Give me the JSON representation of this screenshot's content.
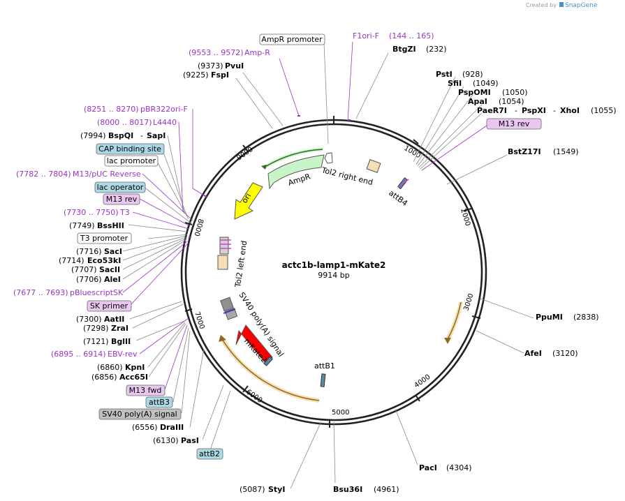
{
  "header": {
    "credit_prefix": "Created by",
    "credit_brand": "SnapGene"
  },
  "map": {
    "name": "actc1b-lamp1-mKate2",
    "length": "9914 bp"
  },
  "ticks": {
    "t1000": "1000",
    "t2000": "2000",
    "t3000": "3000",
    "t4000": "4000",
    "t5000": "5000",
    "t6000": "6000",
    "t7000": "7000",
    "t8000": "8000",
    "t9000": "9000"
  },
  "features": {
    "ampr": "AmpR",
    "ori": "ori",
    "tol2_right": "Tol2 right end",
    "tol2_left": "Tol2 left end",
    "attb4": "attB4",
    "attb1": "attB1",
    "sv40": "SV40 poly(A) signal",
    "mkate2": "mKate2"
  },
  "sites": {
    "f1ori_name": "F1ori-F",
    "f1ori_range": "(144 .. 165)",
    "btgzi_name": "BtgZI",
    "btgzi_pos": "(232)",
    "psti_name": "PstI",
    "psti_pos": "(928)",
    "sfii_name": "SfiI",
    "sfii_pos": "(1049)",
    "pspomi_name": "PspOMI",
    "pspomi_pos": "(1050)",
    "apai_name": "ApaI",
    "apai_pos": "(1054)",
    "paer7i_name": "PaeR7I",
    "pspxi_name": "PspXI",
    "xhoi_name": "XhoI",
    "xhoi_pos": "(1055)",
    "dash": "-",
    "m13rev_right": "M13 rev",
    "bstz17i_name": "BstZ17I",
    "bstz17i_pos": "(1549)",
    "ppumi_name": "PpuMI",
    "ppumi_pos": "(2838)",
    "afei_name": "AfeI",
    "afei_pos": "(3120)",
    "paci_name": "PacI",
    "paci_pos": "(4304)",
    "bsu36i_name": "Bsu36I",
    "bsu36i_pos": "(4961)",
    "styi_pos": "(5087)",
    "styi_name": "StyI",
    "attb2": "attB2",
    "pasi_pos": "(6130)",
    "pasi_name": "PasI",
    "draiii_pos": "(6556)",
    "draiii_name": "DraIII",
    "sv40_box": "SV40 poly(A) signal",
    "attb3": "attB3",
    "m13fwd": "M13 fwd",
    "acc65i_pos": "(6856)",
    "acc65i_name": "Acc65I",
    "kpni_pos": "(6860)",
    "kpni_name": "KpnI",
    "ebv_range": "(6895 .. 6914)",
    "ebv_name": "EBV-rev",
    "bglii_pos": "(7121)",
    "bglii_name": "BglII",
    "zrai_pos": "(7298)",
    "zrai_name": "ZraI",
    "aatii_pos": "(7300)",
    "aatii_name": "AatII",
    "skprimer": "SK primer",
    "pbluescript_range": "(7677 .. 7693)",
    "pbluescript_name": "pBluescriptSK",
    "alei_pos": "(7706)",
    "alei_name": "AleI",
    "sacii_pos": "(7707)",
    "sacii_name": "SacII",
    "eco53ki_pos": "(7714)",
    "eco53ki_name": "Eco53kI",
    "saci_pos": "(7716)",
    "saci_name": "SacI",
    "t3promoter": "T3 promoter",
    "bsshii_pos": "(7749)",
    "bsshii_name": "BssHII",
    "t3_range": "(7730 .. 7750)",
    "t3_name": "T3",
    "m13rev_left": "M13 rev",
    "lacoperator": "lac operator",
    "m13puc_range": "(7782 .. 7804)",
    "m13puc_name": "M13/pUC Reverse",
    "lacpromoter": "lac promoter",
    "cap": "CAP binding site",
    "bspqi_pos": "(7994)",
    "bspqi_name": "BspQI",
    "sapi_name": "SapI",
    "l4440_range": "(8000 .. 8017)",
    "l4440_name": "L4440",
    "pbr322_range": "(8251 .. 8270)",
    "pbr322_name": "pBR322ori-F",
    "fspi_pos": "(9225)",
    "fspi_name": "FspI",
    "pvui_pos": "(9373)",
    "pvui_name": "PvuI",
    "ampr_range": "(9553 .. 9572)",
    "ampr_name": "Amp-R",
    "ampr_promoter": "AmpR promoter"
  },
  "colors": {
    "backbone": "#222222",
    "ampr": "#c8f5c8",
    "ori": "#ffff00",
    "mkate2": "#ff0000",
    "primer": "#9b30c8",
    "misc_box": "#add8e6",
    "primer_box": "#e8c8f0",
    "polya_box": "#c0c0c0",
    "orf_arc": "#f5deb3"
  }
}
